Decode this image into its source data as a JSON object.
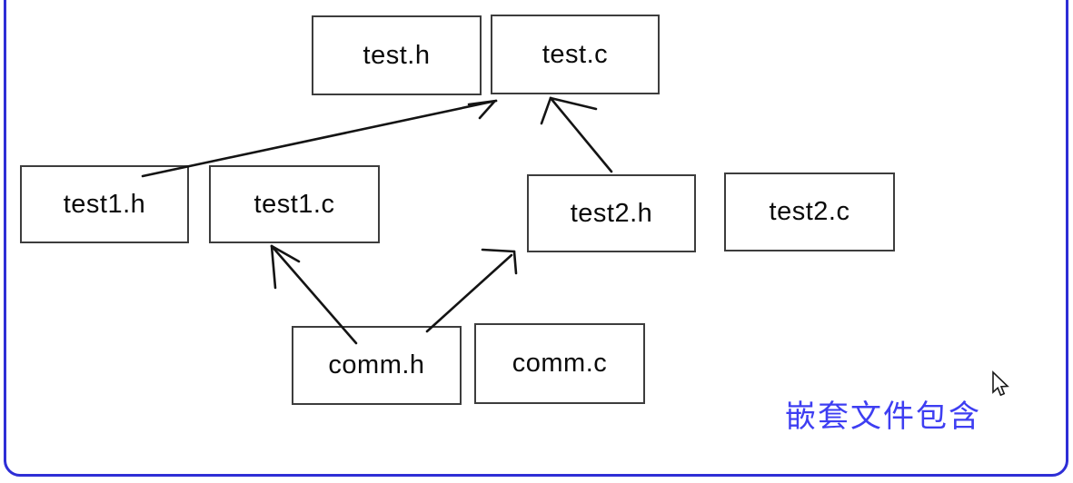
{
  "diagram": {
    "nodes": [
      {
        "id": "test.h",
        "label": "test.h"
      },
      {
        "id": "test.c",
        "label": "test.c"
      },
      {
        "id": "test1.h",
        "label": "test1.h"
      },
      {
        "id": "test1.c",
        "label": "test1.c"
      },
      {
        "id": "test2.h",
        "label": "test2.h"
      },
      {
        "id": "test2.c",
        "label": "test2.c"
      },
      {
        "id": "comm.h",
        "label": "comm.h"
      },
      {
        "id": "comm.c",
        "label": "comm.c"
      }
    ],
    "edges": [
      {
        "from": "test1.h",
        "to": "test.c"
      },
      {
        "from": "test2.h",
        "to": "test.c"
      },
      {
        "from": "comm.h",
        "to": "test1.c"
      },
      {
        "from": "comm.h",
        "to": "test2.h"
      }
    ],
    "caption": {
      "text": "嵌套文件包含"
    }
  },
  "colors": {
    "frame_blue": "#2e2ed6",
    "box_border": "#3d3d3d",
    "arrow": "#141414",
    "caption_blue": "#3e3ef2",
    "background": "#ffffff"
  },
  "icons": {
    "cursor": "mouse-arrow-pointer"
  }
}
